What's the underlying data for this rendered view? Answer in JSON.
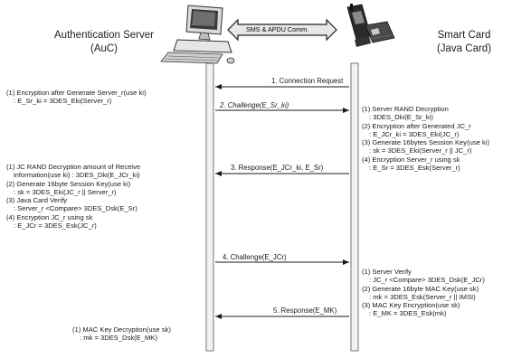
{
  "diagram": {
    "left_title": [
      "Authentication Server",
      "(AuC)"
    ],
    "right_title": [
      "Smart Card",
      "(Java Card)"
    ],
    "channel_label": "SMS & APDU Comm.",
    "messages": [
      {
        "label": "1. Connection Request",
        "direction": "left"
      },
      {
        "label": "2. Challenge(E_Sr_ki)",
        "direction": "right"
      },
      {
        "label": "3. Response(E_JCr_ki, E_Sr)",
        "direction": "left"
      },
      {
        "label": "4. Challenge(E_JCr)",
        "direction": "right"
      },
      {
        "label": "5. Response(E_MK)",
        "direction": "left"
      }
    ],
    "server_notes": [
      [
        "(1) Encryption after Generate Server_r(use ki)",
        "   : E_Sr_ki = 3DES_Eki(Server_r)"
      ],
      [
        "(1) JC RAND Decryption amount of Receive",
        "    information(use ki) : 3DES_Dki(E_JCr_ki)",
        "(2) Generate 16byte Session Key(use ki)",
        "    : sk = 3DES_Eki(JC_r || Server_r)",
        "(3) Java Card Verify",
        "    : Server_r <Compare> 3DES_Dsk(E_Sr)",
        "(4) Encryption JC_r using sk",
        "    : E_JCr = 3DES_Esk(JC_r)"
      ],
      [
        "(1) MAC Key Decryption(use sk)",
        "    : mk = 3DES_Dsk(E_MK)"
      ]
    ],
    "card_notes": [
      [
        "(1) Server RAND Decryption",
        "    : 3DES_Dki(E_Sr_ki)",
        "(2) Encryption after Generated JC_r",
        "    : E_JCr_ki = 3DES_Eki(JC_r)",
        "(3) Generate 16bytes Session Key(use ki)",
        "    : sk = 3DES_Eki(Server_r || JC_r)",
        "(4) Encryption Server_r using sk",
        "    : E_Sr = 3DES_Esk(Server_r)"
      ],
      [
        "(1) Server Verify",
        "    : JC_r <Compare> 3DES_Dsk(E_JCr)",
        "(2) Generate 16byte MAC Key(use sk)",
        "    : mk = 3DES_Esk(Server_r || IMSI)",
        "(3) MAC Key Encryption(use sk)",
        "    : E_MK = 3DES_Esk(mk)"
      ]
    ]
  }
}
